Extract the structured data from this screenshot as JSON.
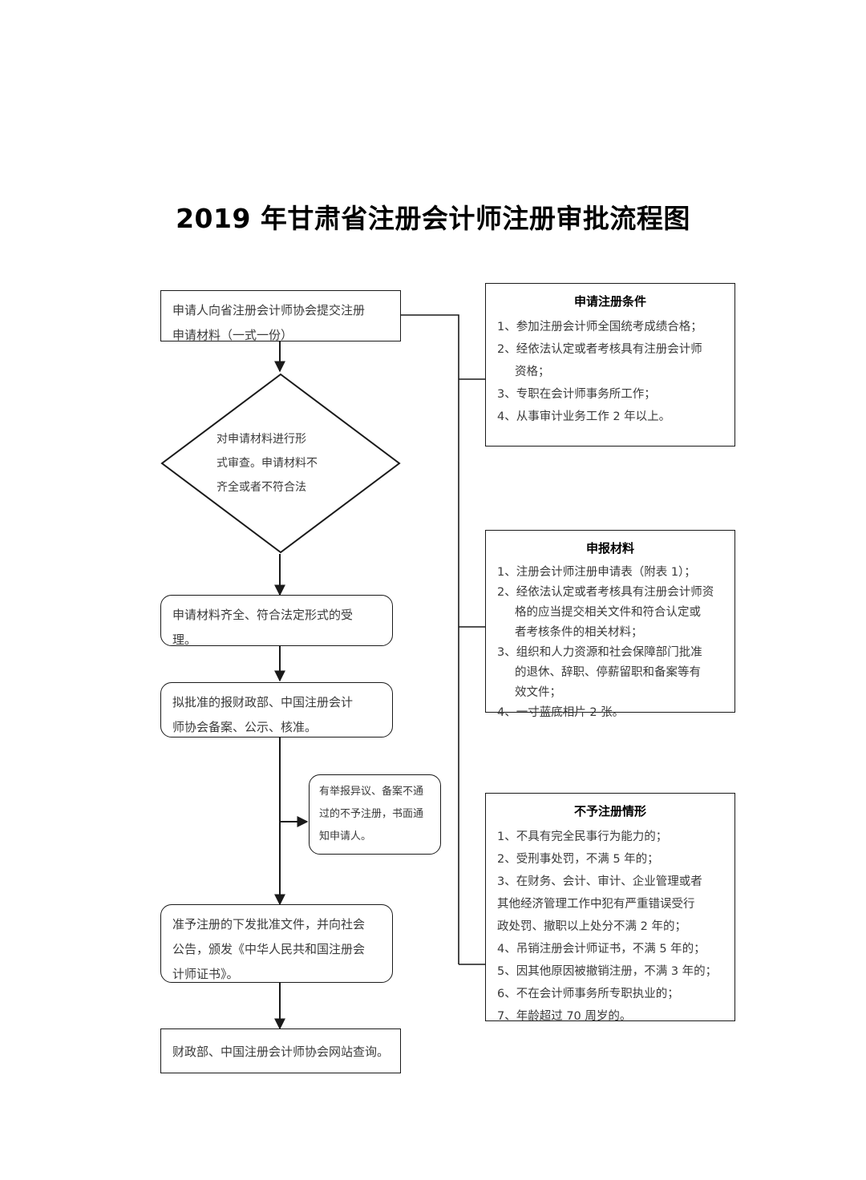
{
  "title": "2019 年甘肃省注册会计师注册审批流程图",
  "flow": {
    "step1": "申请人向省注册会计师协会提交注册\n申请材料（一式一份）",
    "decision": "对申请材料进行形\n式审查。申请材料不\n齐全或者不符合法\n定形式的告知申请",
    "step2": "申请材料齐全、符合法定形式的受\n理。",
    "step3": "拟批准的报财政部、中国注册会计\n师协会备案、公示、核准。",
    "side_note": "有举报异议、备案不通\n过的不予注册，书面通\n知申请人。",
    "step4": "准予注册的下发批准文件，并向社会\n公告，颁发《中华人民共和国注册会\n计师证书》。",
    "step5": "财政部、中国注册会计师协会网站查询。"
  },
  "panels": [
    {
      "id": "conditions",
      "title": "申请注册条件",
      "lines": [
        {
          "text": "1、参加注册会计师全国统考成绩合格；",
          "indent": false
        },
        {
          "text": "2、经依法认定或者考核具有注册会计师",
          "indent": false
        },
        {
          "text": "资格；",
          "indent": true
        },
        {
          "text": "3、专职在会计师事务所工作；",
          "indent": false
        },
        {
          "text": "4、从事审计业务工作 2 年以上。",
          "indent": false
        }
      ]
    },
    {
      "id": "materials",
      "title": "申报材料",
      "lines": [
        {
          "text": "1、注册会计师注册申请表（附表 1）；",
          "indent": false
        },
        {
          "text": "2、经依法认定或者考核具有注册会计师资",
          "indent": false
        },
        {
          "text": "格的应当提交相关文件和符合认定或",
          "indent": true
        },
        {
          "text": "者考核条件的相关材料；",
          "indent": true
        },
        {
          "text": "3、组织和人力资源和社会保障部门批准",
          "indent": false
        },
        {
          "text": "的退休、辞职、停薪留职和备案等有",
          "indent": true
        },
        {
          "text": "效文件；",
          "indent": true
        },
        {
          "text": "4、一寸蓝底相片 2 张。",
          "indent": false
        }
      ]
    },
    {
      "id": "refusal",
      "title": "不予注册情形",
      "lines": [
        {
          "text": "1、不具有完全民事行为能力的；",
          "indent": false
        },
        {
          "text": "2、受刑事处罚，不满 5 年的；",
          "indent": false
        },
        {
          "text": "3、在财务、会计、审计、企业管理或者",
          "indent": false
        },
        {
          "text": "其他经济管理工作中犯有严重错误受行",
          "indent": false
        },
        {
          "text": "政处罚、撤职以上处分不满 2 年的；",
          "indent": false
        },
        {
          "text": "4、吊销注册会计师证书，不满 5 年的；",
          "indent": false
        },
        {
          "text": "5、因其他原因被撤销注册，不满 3 年的；",
          "indent": false
        },
        {
          "text": "6、不在会计师事务所专职执业的；",
          "indent": false
        },
        {
          "text": "7、年龄超过 70 周岁的。",
          "indent": false
        }
      ]
    }
  ],
  "colors": {
    "stroke": "#1a1a1a",
    "text": "#3a3a3a",
    "background": "#ffffff"
  }
}
